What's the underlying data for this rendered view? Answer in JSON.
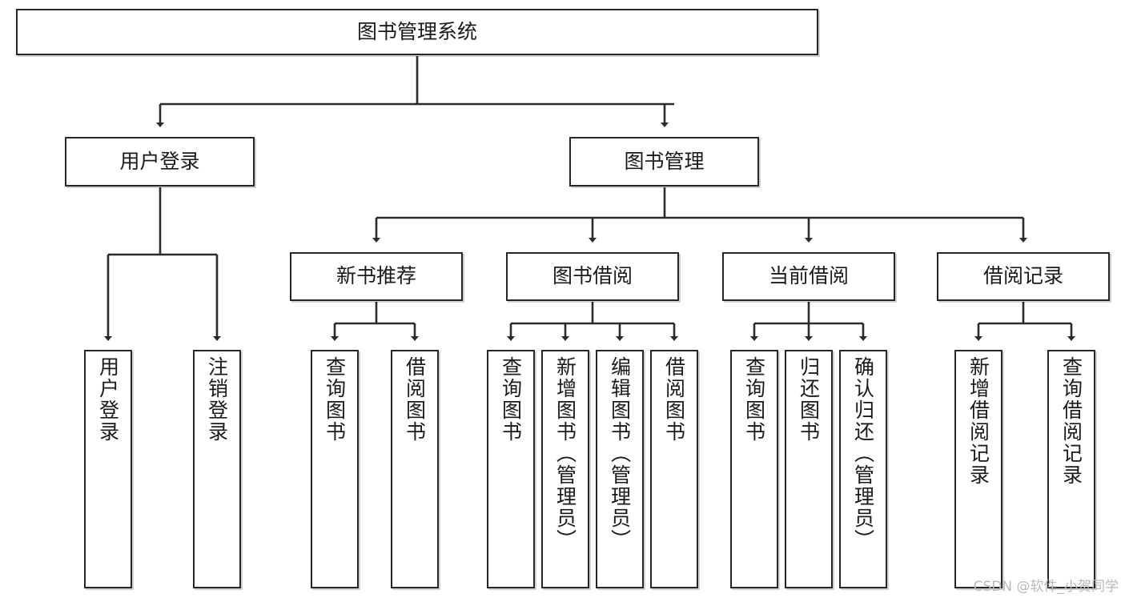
{
  "diagram": {
    "title": "图书管理系统",
    "type": "tree",
    "root": {
      "label": "图书管理系统"
    },
    "level2": [
      {
        "id": "user-login",
        "label": "用户登录"
      },
      {
        "id": "book-manage",
        "label": "图书管理"
      }
    ],
    "level3": [
      {
        "id": "new-book-recommend",
        "label": "新书推荐"
      },
      {
        "id": "book-borrow",
        "label": "图书借阅"
      },
      {
        "id": "current-borrow",
        "label": "当前借阅"
      },
      {
        "id": "borrow-record",
        "label": "借阅记录"
      }
    ],
    "leaves": {
      "user_login": [
        {
          "id": "leaf-user-login",
          "label": "用户登录"
        },
        {
          "id": "leaf-logout-login",
          "label": "注销登录"
        }
      ],
      "new_book_recommend": [
        {
          "id": "leaf-query-book-1",
          "label": "查询图书"
        },
        {
          "id": "leaf-borrow-book-1",
          "label": "借阅图书"
        }
      ],
      "book_borrow": [
        {
          "id": "leaf-query-book-2",
          "label": "查询图书"
        },
        {
          "id": "leaf-add-book",
          "label": "新增图书（管理员）"
        },
        {
          "id": "leaf-edit-book",
          "label": "编辑图书（管理员）"
        },
        {
          "id": "leaf-borrow-book-2",
          "label": "借阅图书"
        }
      ],
      "current_borrow": [
        {
          "id": "leaf-query-book-3",
          "label": "查询图书"
        },
        {
          "id": "leaf-return-book",
          "label": "归还图书"
        },
        {
          "id": "leaf-confirm-return",
          "label": "确认归还（管理员）"
        }
      ],
      "borrow_record": [
        {
          "id": "leaf-add-borrow-record",
          "label": "新增借阅记录"
        },
        {
          "id": "leaf-query-borrow-record",
          "label": "查询借阅记录"
        }
      ]
    },
    "watermark": "CSDN @软件_小贺同学",
    "colors": {
      "box_border": "#262626",
      "box_fill": "#ffffff",
      "connector": "#2b2b2b",
      "text": "#1a1a1a",
      "watermark": "#b9b9b9",
      "background": "#ffffff"
    }
  }
}
